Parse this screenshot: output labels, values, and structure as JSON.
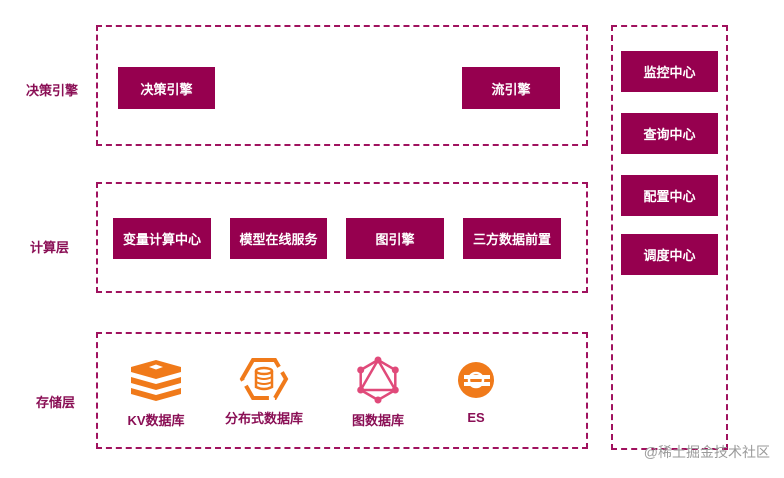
{
  "layers": {
    "decision": "决策引擎",
    "compute": "计算层",
    "storage": "存储层"
  },
  "decision_boxes": {
    "decision_engine": "决策引擎",
    "stream_engine": "流引擎"
  },
  "compute_boxes": {
    "variable_center": "变量计算中心",
    "model_service": "模型在线服务",
    "graph_engine": "图引擎",
    "third_party": "三方数据前置"
  },
  "storage_items": {
    "kv": "KV数据库",
    "distributed": "分布式数据库",
    "graph": "图数据库",
    "es": "ES"
  },
  "side_boxes": {
    "monitor": "监控中心",
    "query": "查询中心",
    "config": "配置中心",
    "schedule": "调度中心"
  },
  "watermark": "@稀土掘金技术社区",
  "colors": {
    "primary": "#96004f",
    "border": "#a0125e",
    "label": "#8a0f55",
    "icon_orange": "#f07a1a",
    "icon_pink": "#e04a7a"
  }
}
